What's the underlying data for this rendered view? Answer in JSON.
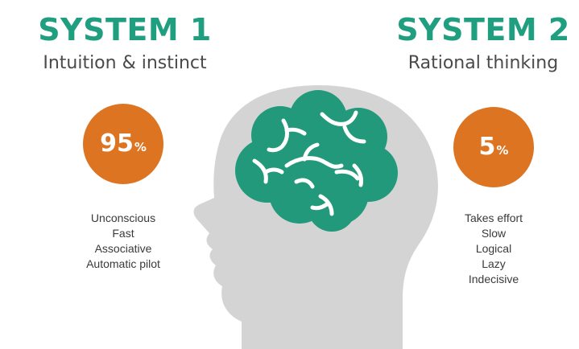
{
  "system1": {
    "title": "SYSTEM 1",
    "subtitle": "Intuition & instinct",
    "percent": "95",
    "percent_unit": "%",
    "attributes": [
      "Unconscious",
      "Fast",
      "Associative",
      "Automatic pilot"
    ]
  },
  "system2": {
    "title": "SYSTEM 2",
    "subtitle": "Rational thinking",
    "percent": "5",
    "percent_unit": "%",
    "attributes": [
      "Takes effort",
      "Slow",
      "Logical",
      "Lazy",
      "Indecisive"
    ]
  },
  "colors": {
    "accent_green": "#1f9e80",
    "brain_green": "#21997a",
    "accent_orange": "#dd7421",
    "head_gray": "#d4d4d4"
  }
}
